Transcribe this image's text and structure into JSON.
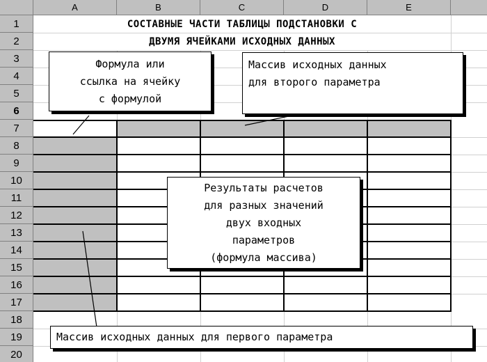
{
  "columns": [
    "A",
    "B",
    "C",
    "D",
    "E"
  ],
  "rows": [
    "1",
    "2",
    "3",
    "4",
    "5",
    "6",
    "7",
    "8",
    "9",
    "10",
    "11",
    "12",
    "13",
    "14",
    "15",
    "16",
    "17",
    "18",
    "19",
    "20"
  ],
  "title": {
    "line1": "СОСТАВНЫЕ ЧАСТИ ТАБЛИЦЫ ПОДСТАНОВКИ С",
    "line2": "ДВУМЯ ЯЧЕЙКАМИ ИСХОДНЫХ ДАННЫХ"
  },
  "callouts": {
    "formula": [
      "Формула или",
      "ссылка на ячейку",
      "с формулой"
    ],
    "second_param": [
      "Массив исходных данных",
      "для второго параметра"
    ],
    "results": [
      "Результаты расчетов",
      "для разных значений",
      "двух входных",
      "параметров",
      "(формула массива)"
    ],
    "first_param": [
      "Массив исходных данных для первого параметра"
    ]
  },
  "colors": {
    "header_gray": "#c0c0c0",
    "shaded_cells": "#c0c0c0",
    "grid": "#d0d0d0",
    "table_border": "#000000"
  }
}
